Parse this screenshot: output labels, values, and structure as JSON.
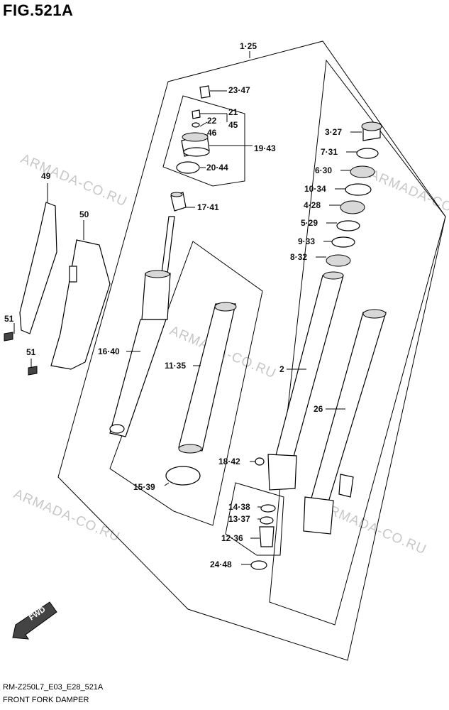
{
  "header": {
    "title": "FIG.521A"
  },
  "footer": {
    "code": "RM-Z250L7_E03_E28_521A",
    "caption": "FRONT FORK DAMPER"
  },
  "watermark": {
    "text": "ARMADA-CO.RU"
  },
  "fwd_badge": {
    "text": "FWD"
  },
  "labels": {
    "l_1_25": "1·25",
    "l_23_47": "23·47",
    "l_21": "21",
    "l_22": "22",
    "l_45": "45",
    "l_46": "46",
    "l_19_43": "19·43",
    "l_20_44": "20·44",
    "l_17_41": "17·41",
    "l_49": "49",
    "l_50": "50",
    "l_51a": "51",
    "l_51b": "51",
    "l_16_40": "16·40",
    "l_11_35": "11·35",
    "l_15_39": "15·39",
    "l_3_27": "3·27",
    "l_7_31": "7·31",
    "l_6_30": "6·30",
    "l_10_34": "10·34",
    "l_4_28": "4·28",
    "l_5_29": "5·29",
    "l_9_33": "9·33",
    "l_8_32": "8·32",
    "l_2": "2",
    "l_26": "26",
    "l_18_42": "18·42",
    "l_14_38": "14·38",
    "l_13_37": "13·37",
    "l_12_36": "12·36",
    "l_24_48": "24·48"
  }
}
